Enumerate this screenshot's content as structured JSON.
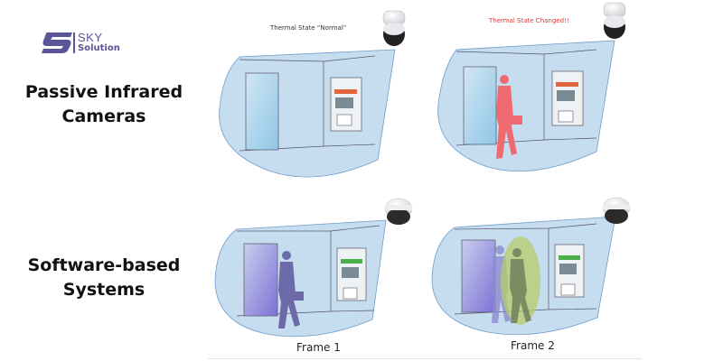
{
  "brand": {
    "logo_icon": "sky-s-logo-icon",
    "name_line1": "SKY",
    "name_line2": "Solution",
    "color": "#5a5596"
  },
  "rows": [
    {
      "label_line1": "Passive Infrared",
      "label_line2": "Cameras",
      "panels": [
        {
          "caption": "Thermal State “Normal”",
          "caption_color": "#333333",
          "camera": "ptz-dome-camera-icon",
          "person": "none"
        },
        {
          "caption": "Thermal State Changed!!",
          "caption_color": "#d9383a",
          "camera": "ptz-dome-camera-icon",
          "person": "red-thermal-silhouette",
          "person_color": "#f06a72"
        }
      ]
    },
    {
      "label_line1": "Software-based",
      "label_line2": "Systems",
      "panels": [
        {
          "frame_label": "Frame 1",
          "camera": "dome-camera-icon",
          "person": "purple-silhouette",
          "person_color": "#6c6aa8"
        },
        {
          "frame_label": "Frame 2",
          "camera": "dome-camera-icon",
          "person": "motion-detected-silhouettes",
          "highlight_color": "#b5cc6a"
        }
      ]
    }
  ],
  "colors": {
    "field_of_view": "#c6dcef",
    "field_of_view_stroke": "#6f9ccc",
    "atm_screen_red": "#e2653d",
    "atm_screen_green": "#4cb04a",
    "door_light": "#a9d4ee",
    "door_purple": "#8f86d8"
  }
}
